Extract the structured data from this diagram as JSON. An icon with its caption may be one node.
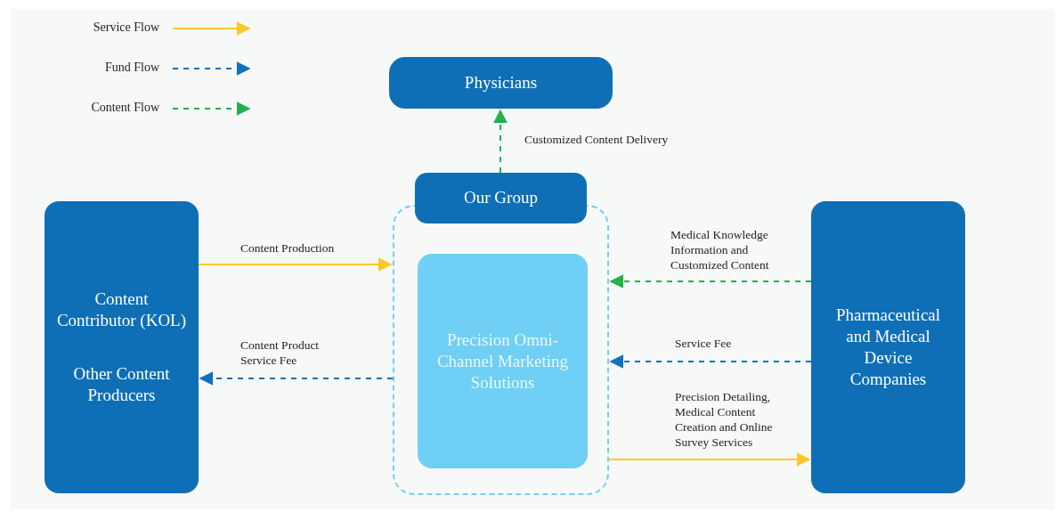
{
  "diagram": {
    "nodes": [
      {
        "text": [
          "Physicians"
        ]
      },
      {
        "text": [
          "Our Group"
        ]
      },
      {
        "text": [],
        "shape": "box"
      },
      {
        "text": [
          "Precision Omni-Channel Marketing Solutions"
        ],
        "in": 2
      },
      {
        "text": [
          "Content Contributor (KOL)",
          "Other Content Producers"
        ]
      },
      {
        "text": [
          "Pharmaceutical and Medical Device Companies"
        ]
      }
    ],
    "edges": [
      {
        "from": 1,
        "to": 0,
        "arrow": "to",
        "label": "Customized Content Delivery",
        "style": "dashed",
        "color": "#22b14c"
      },
      {
        "from": 4,
        "to": 2,
        "arrow": "to",
        "label": "Content Production",
        "color": "#fcc829"
      },
      {
        "from": 2,
        "to": 4,
        "arrow": "to",
        "label": "Content Product Service Fee",
        "style": "dashed",
        "color": "#1070bd"
      },
      {
        "from": 5,
        "to": 2,
        "arrow": "to",
        "label": "Medical Knowledge Information and Customized Content",
        "style": "dashed",
        "color": "#22b14c"
      },
      {
        "from": 5,
        "to": 2,
        "arrow": "to",
        "label": "Service Fee",
        "style": "dashed",
        "color": "#1070bd"
      },
      {
        "from": 2,
        "to": 5,
        "arrow": "to",
        "label": "Precision Detailing, Medical Content Creation and Online Survey Services",
        "color": "#fcc829"
      }
    ],
    "legend": [
      {
        "text": "Service Flow"
      },
      {
        "text": "Fund Flow"
      },
      {
        "text": "Content Flow"
      }
    ]
  }
}
